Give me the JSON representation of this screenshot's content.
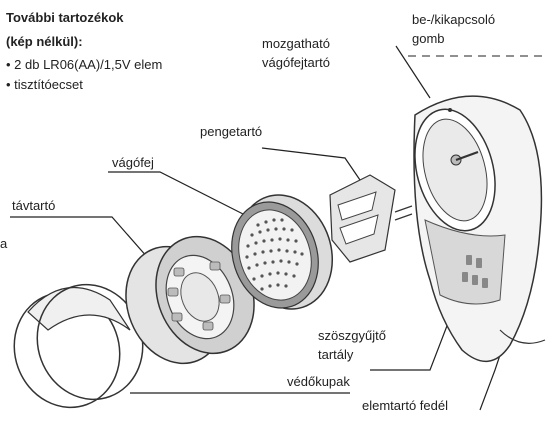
{
  "accessories": {
    "title_line1": "További tartozékok",
    "title_line2": "(kép nélkül):",
    "items": [
      "• 2 db LR06(AA)/1,5V elem",
      "• tisztítóecset"
    ]
  },
  "labels": {
    "power_button_line1": "be-/kikapcsoló",
    "power_button_line2": "gomb",
    "blade_holder_line1": "mozgatható",
    "blade_holder_line2": "vágófejtartó",
    "blade_carrier": "pengetartó",
    "cutting_head": "vágófej",
    "spacer": "távtartó",
    "fluff_container_line1": "szöszgyűjtő",
    "fluff_container_line2": "tartály",
    "protective_cap": "védőkupak",
    "battery_cover": "elemtartó fedél"
  },
  "partial_edge_char": "a"
}
